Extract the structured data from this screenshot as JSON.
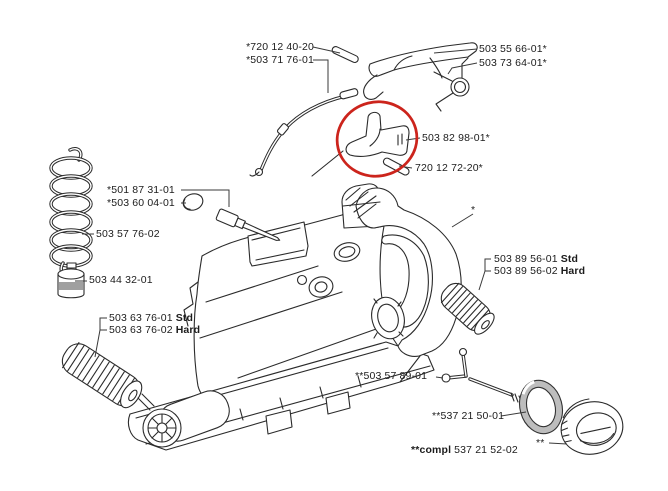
{
  "figure": {
    "type": "exploded-parts-diagram",
    "subject": "chainsaw fuel tank and rear handle assembly",
    "background_color": "#ffffff",
    "line_color": "#2b2b2b",
    "highlight_color": "#cc241c",
    "labels": {
      "pin_top": "*720 12 40-20",
      "throttle_cable": "*503 71 76-01",
      "lockout_lever": "503 55 66-01*",
      "torsion_spring": "503 73 64-01*",
      "cable_bracket": "503 82 98-01*",
      "pin_lower": "720 12 72-20*",
      "adjuster_screw": "*501 87 31-01",
      "plug": "*503 60 04-01",
      "hose_spring": "503 57 76-02",
      "fuel_filter": "503 44 32-01",
      "damper_left_std": {
        "code": "503 63 76-01",
        "variant": "Std"
      },
      "damper_left_hard": {
        "code": "503 63 76-02",
        "variant": "Hard"
      },
      "damper_right_std": {
        "code": "503 89 56-01",
        "variant": "Std"
      },
      "damper_right_hard": {
        "code": "503 89 56-02",
        "variant": "Hard"
      },
      "lower_screw": "**503 57 89-01",
      "seal_ring": "**537 21 50-01",
      "cap_complete": {
        "prefix": "**compl",
        "code": "537 21 52-02"
      },
      "cap_marker": "**",
      "handle_marker": "*"
    }
  }
}
